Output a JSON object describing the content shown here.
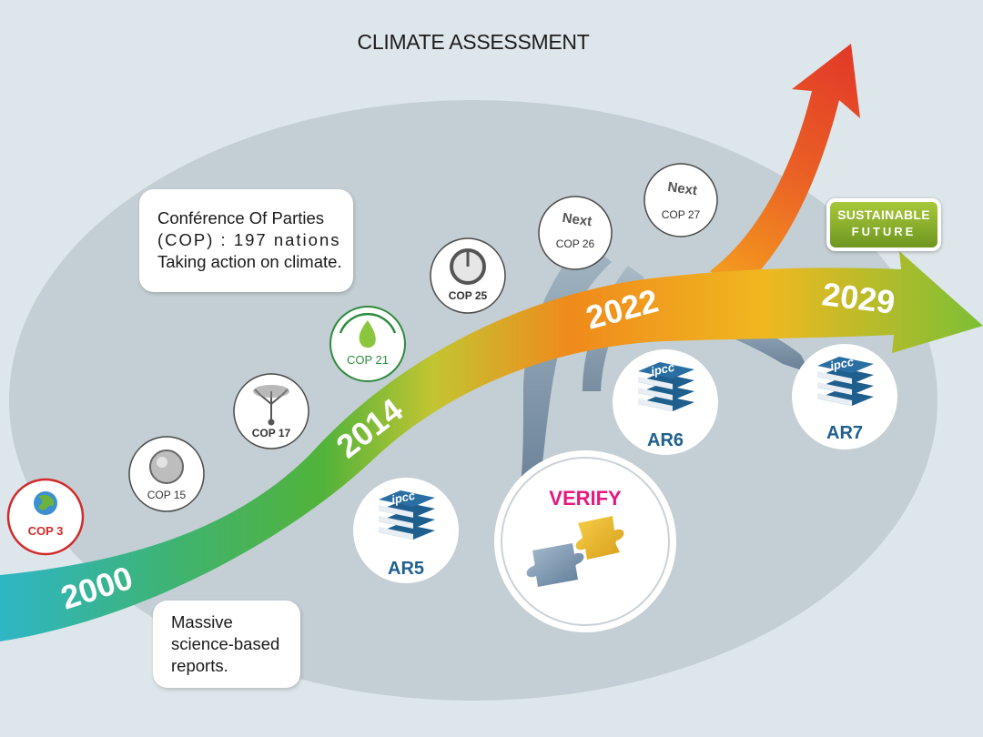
{
  "title": "CLIMATE ASSESSMENT",
  "cop_info": {
    "line1": "Conférence Of Parties",
    "line2": "(COP) : 197 nations",
    "line3": "Taking action on climate."
  },
  "reports_info": {
    "line1": "Massive",
    "line2": "science-based",
    "line3": "reports."
  },
  "sustainable": {
    "line1": "SUSTAINABLE",
    "line2": "FUTURE"
  },
  "years": [
    "2000",
    "2014",
    "2022",
    "2029"
  ],
  "cop_events": [
    {
      "label": "COP 3"
    },
    {
      "label": "COP 15"
    },
    {
      "label": "COP 17"
    },
    {
      "label": "COP 21"
    },
    {
      "label": "COP 25"
    },
    {
      "label": "COP 26",
      "status": "Next"
    },
    {
      "label": "COP 27",
      "status": "Next"
    }
  ],
  "reports": [
    {
      "logo": "ipcc",
      "label": "AR5"
    },
    {
      "logo": "ipcc",
      "label": "AR6"
    },
    {
      "logo": "ipcc",
      "label": "AR7"
    }
  ],
  "verify": {
    "label": "VERIFY"
  },
  "colors": {
    "background": "#dde6ea",
    "ellipse": "#c3cfd4",
    "verify": "#e6197f",
    "ipcc_blue": "#1f5f8e",
    "arrow_start": "#2eb6c6",
    "arrow_green": "#52b33a",
    "arrow_orange": "#f08a1c",
    "arrow_red": "#e63d28"
  }
}
